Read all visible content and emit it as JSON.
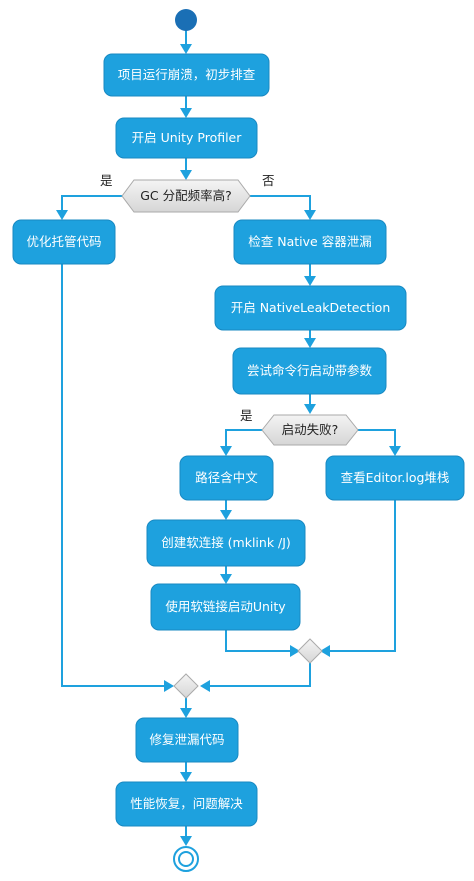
{
  "nodes": {
    "n1": "项目运行崩溃，初步排查",
    "n2": "开启 Unity Profiler",
    "n3": "优化托管代码",
    "n4": "检查 Native 容器泄漏",
    "n5": "开启 NativeLeakDetection",
    "n6": "尝试命令行启动带参数",
    "n7": "路径含中文",
    "n8": "查看Editor.log堆栈",
    "n9": "创建软连接 (mklink /J)",
    "n10": "使用软链接启动Unity",
    "n11": "修复泄漏代码",
    "n12": "性能恢复，问题解决"
  },
  "decisions": {
    "d1": "GC 分配频率高?",
    "d2": "启动失败?"
  },
  "labels": {
    "d1_yes": "是",
    "d1_no": "否",
    "d2_yes": "是"
  },
  "colors": {
    "node_fill": "#1ea1de",
    "edge": "#1ea1de",
    "diamond": "#e6e6e6"
  }
}
